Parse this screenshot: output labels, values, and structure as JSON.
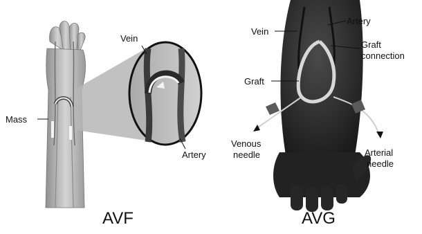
{
  "avf": {
    "caption": "AVF",
    "labels": {
      "vein": "Vein",
      "mass": "Mass",
      "artery": "Artery"
    }
  },
  "avg": {
    "caption": "AVG",
    "labels": {
      "vein": "Vein",
      "artery": "Artery",
      "graft_connection": [
        "Graft",
        "connection"
      ],
      "graft": "Graft",
      "venous_needle": [
        "Venous",
        "needle"
      ],
      "arterial_needle": [
        "Arterial",
        "needle"
      ]
    }
  }
}
